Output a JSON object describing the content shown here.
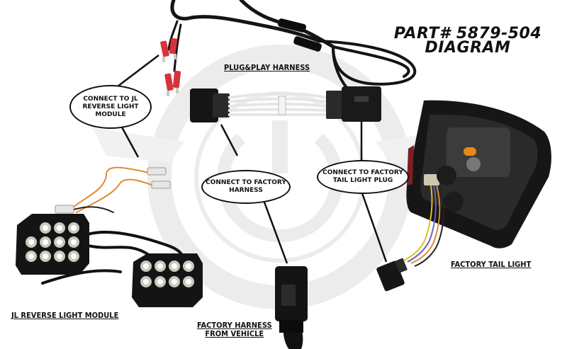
{
  "title": {
    "line1": "PART# 5879-504",
    "line2": "DIAGRAM"
  },
  "labels": {
    "plug_play": "PLUG&PLAY HARNESS",
    "reverse_module": "JL REVERSE LIGHT MODULE",
    "factory_harness_line1": "FACTORY HARNESS",
    "factory_harness_line2": "FROM VEHICLE",
    "factory_tail": "FACTORY TAIL LIGHT"
  },
  "callouts": {
    "reverse": {
      "line1": "CONNECT TO JL",
      "line2": "REVERSE LIGHT",
      "line3": "MODULE"
    },
    "factory_harness": {
      "line1": "CONNECT TO FACTORY",
      "line2": "HARNESS"
    },
    "tail_plug": {
      "line1": "CONNECT TO FACTORY",
      "line2": "TAIL LIGHT PLUG"
    }
  },
  "colors": {
    "ink": "#111111",
    "connector_red": "#d8323a",
    "lamp_amber": "#e58a1a",
    "watermark": "#e9e9e9"
  },
  "icons": [
    "watermark-logo-icon",
    "led-module-icon",
    "tail-light-icon",
    "connector-icon"
  ]
}
